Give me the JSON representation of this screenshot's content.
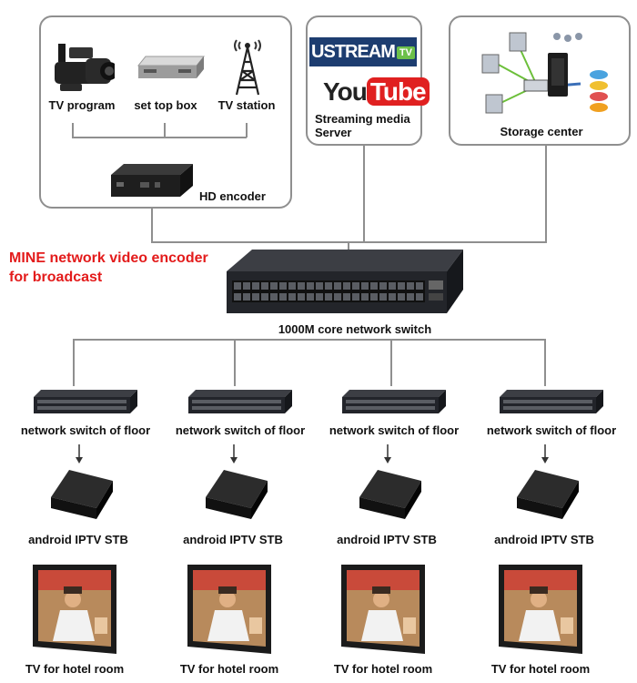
{
  "title": "MINE network video encoder\nfor broadcast",
  "sources": {
    "tv_program": "TV program",
    "set_top_box": "set top box",
    "tv_station": "TV station",
    "hd_encoder": "HD encoder"
  },
  "streaming": {
    "ustream_logo": "USTREAM",
    "ustream_tv": "TV",
    "youtube_you": "You",
    "youtube_tube": "Tube",
    "label": "Streaming media\nServer"
  },
  "storage": {
    "label": "Storage center"
  },
  "core_switch": {
    "label": "1000M core network switch"
  },
  "floors": [
    {
      "switch_label": "network switch of floor",
      "stb_label": "android IPTV STB",
      "tv_label": "TV for hotel room"
    },
    {
      "switch_label": "network switch of floor",
      "stb_label": "android IPTV STB",
      "tv_label": "TV for hotel room"
    },
    {
      "switch_label": "network switch of floor",
      "stb_label": "android IPTV STB",
      "tv_label": "TV for hotel room"
    },
    {
      "switch_label": "network switch of floor",
      "stb_label": "android IPTV STB",
      "tv_label": "TV for hotel room"
    }
  ],
  "colors": {
    "title": "#e31b1b",
    "line": "#8f8f8f",
    "box_border": "#8f8f8f"
  }
}
